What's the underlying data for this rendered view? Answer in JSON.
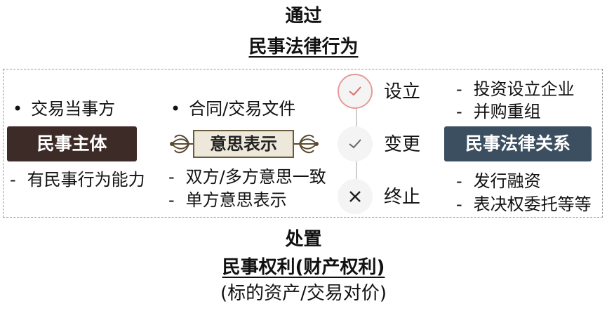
{
  "header": {
    "line1": "通过",
    "line2": "民事法律行为"
  },
  "left": {
    "top_bullet": "交易当事方",
    "box": "民事主体",
    "bottom_item": "有民事行为能力"
  },
  "middle": {
    "top_bullet": "合同/交易文件",
    "box": "意思表示",
    "bottom_items": [
      "双方/多方意思一致",
      "单方意思表示"
    ]
  },
  "steps": [
    {
      "label": "设立",
      "icon": "check-icon"
    },
    {
      "label": "变更",
      "icon": "check-icon"
    },
    {
      "label": "终止",
      "icon": "cross-icon"
    }
  ],
  "right": {
    "top_items": [
      "投资设立企业",
      "并购重组"
    ],
    "box": "民事法律关系",
    "bottom_items": [
      "发行融资",
      "表决权委托等等"
    ]
  },
  "footer": {
    "line1": "处置",
    "line2": "民事权利(财产权利)",
    "line3": "(标的资产/交易对价)"
  },
  "colors": {
    "subject_box": "#3d2b27",
    "relation_box": "#3c4f60",
    "intent_box": "#ede8da",
    "check_ring": "#e89a9a"
  }
}
